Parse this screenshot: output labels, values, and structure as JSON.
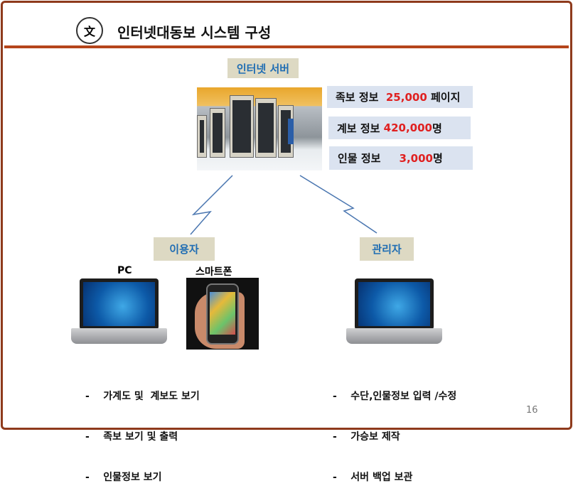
{
  "header": {
    "title": "인터넷대동보 시스템 구성",
    "logo_text": "文"
  },
  "server": {
    "label": "인터넷 서버",
    "stats": [
      {
        "label": "족보 정보  ",
        "value": "25,000",
        "unit": " 페이지"
      },
      {
        "label": "계보 정보 ",
        "value": "420,000",
        "unit": "명"
      },
      {
        "label": "인물 정보     ",
        "value": "3,000",
        "unit": "명"
      }
    ]
  },
  "user": {
    "label": "이용자",
    "pc_label": "PC",
    "phone_label": "스마트폰",
    "items": [
      "-    가계도 및  계보도 보기",
      "-    족보 보기 및 출력",
      "-    인물정보 보기"
    ]
  },
  "admin": {
    "label": "관리자",
    "items": [
      "-    수단,인물정보 입력 /수정",
      "-    가승보 제작",
      "-    서버 백업 보관"
    ]
  },
  "page_number": "16",
  "colors": {
    "accent": "#b5451b",
    "label_text": "#1f6db3",
    "value": "#e02020"
  }
}
